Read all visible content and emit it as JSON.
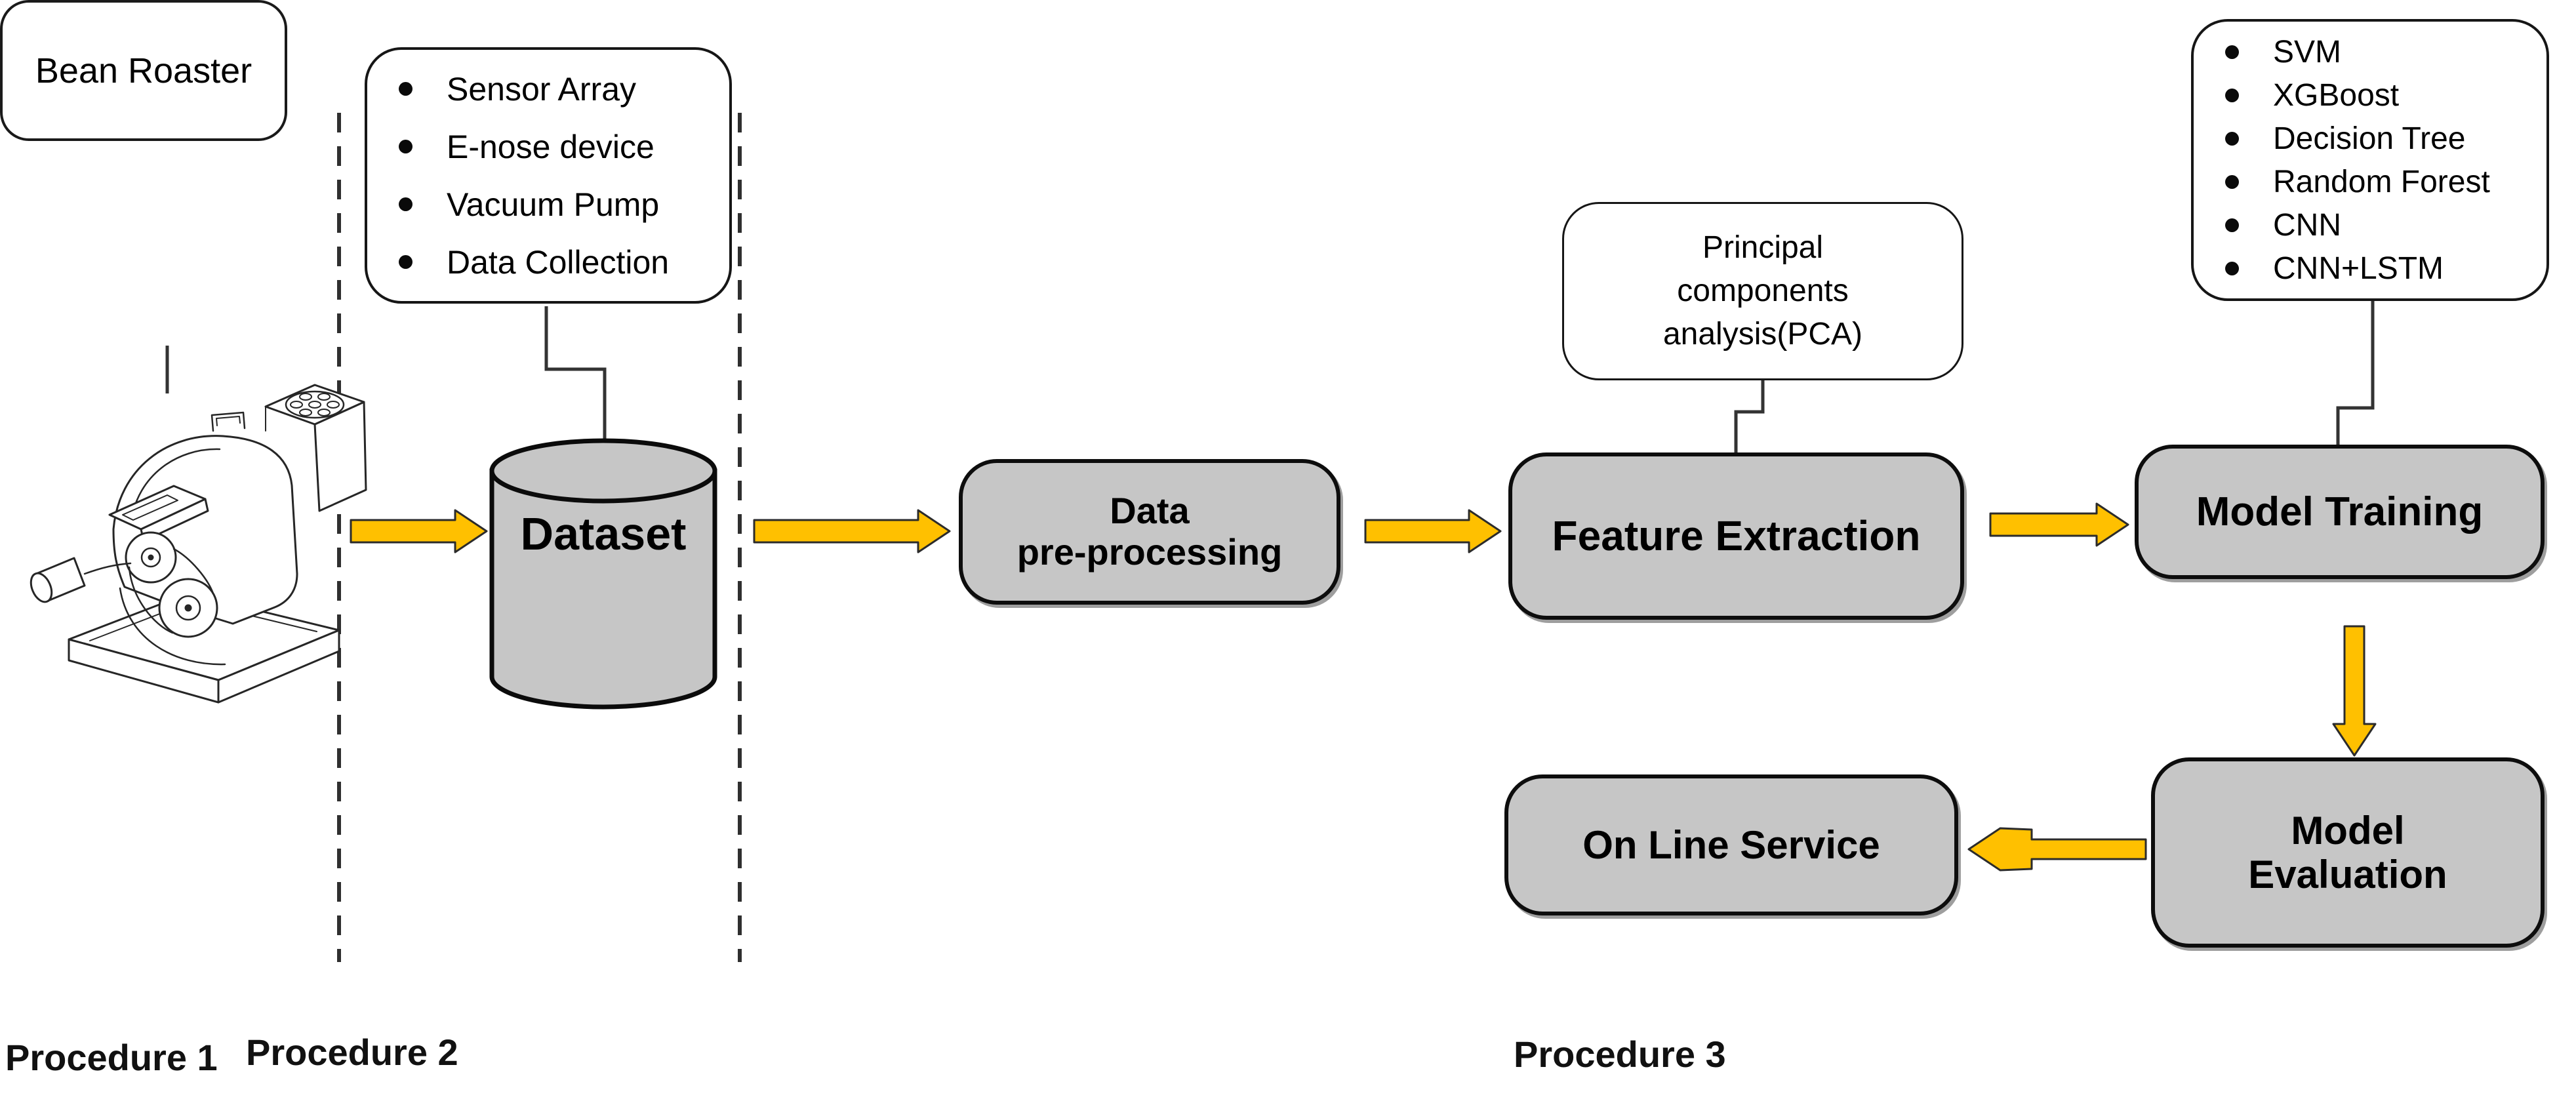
{
  "diagram": {
    "kind": "machine-learning workflow flowchart",
    "procedures": [
      {
        "label": "Procedure 1"
      },
      {
        "label": "Procedure 2"
      },
      {
        "label": "Procedure 3"
      }
    ],
    "nodes": {
      "bean_roaster": {
        "label": "Bean Roaster"
      },
      "equipment_list": {
        "items": [
          "Sensor Array",
          "E-nose device",
          "Vacuum Pump",
          "Data Collection"
        ]
      },
      "dataset": {
        "label": "Dataset"
      },
      "data_preprocessing": {
        "lines": [
          "Data",
          "pre-processing"
        ]
      },
      "pca": {
        "lines": [
          "Principal",
          "components",
          "analysis(PCA)"
        ]
      },
      "feature_extraction": {
        "label": "Feature Extraction"
      },
      "models_list": {
        "items": [
          "SVM",
          "XGBoost",
          "Decision Tree",
          "Random Forest",
          "CNN",
          "CNN+LSTM"
        ]
      },
      "model_training": {
        "label": "Model Training"
      },
      "model_evaluation": {
        "lines": [
          "Model",
          "Evaluation"
        ]
      },
      "online_service": {
        "label": "On Line Service"
      }
    },
    "icons": {
      "database_cylinder": "database-cylinder-icon",
      "roaster_illustration": "bean-roaster-illustration",
      "bullet": "bullet-dot-icon",
      "flow_arrow": "block-arrow-icon"
    },
    "colors": {
      "node_fill": "#c6c6c6",
      "callout_fill": "#ffffff",
      "arrow_fill": "#ffc000",
      "arrow_outline": "#2b2b2b",
      "border": "#0d0d0d",
      "connector": "#333333",
      "dashed_line": "#2f2f2f",
      "text": "#000000"
    }
  }
}
